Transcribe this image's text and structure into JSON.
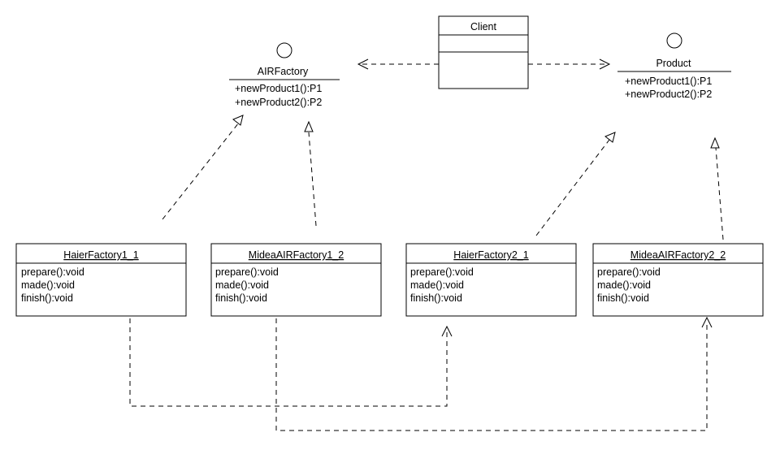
{
  "client": {
    "name": "Client"
  },
  "interfaces": [
    {
      "name": "AIRFactory",
      "methods": [
        "+newProduct1():P1",
        "+newProduct2():P2"
      ]
    },
    {
      "name": "Product",
      "methods": [
        "+newProduct1():P1",
        "+newProduct2():P2"
      ]
    }
  ],
  "classes": [
    {
      "name": "HaierFactory1_1",
      "methods": [
        "prepare():void",
        "made():void",
        "finish():void"
      ]
    },
    {
      "name": "MideaAIRFactory1_2",
      "methods": [
        "prepare():void",
        "made():void",
        "finish():void"
      ]
    },
    {
      "name": "HaierFactory2_1",
      "methods": [
        "prepare():void",
        "made():void",
        "finish():void"
      ]
    },
    {
      "name": "MideaAIRFactory2_2",
      "methods": [
        "prepare():void",
        "made():void",
        "finish():void"
      ]
    }
  ]
}
